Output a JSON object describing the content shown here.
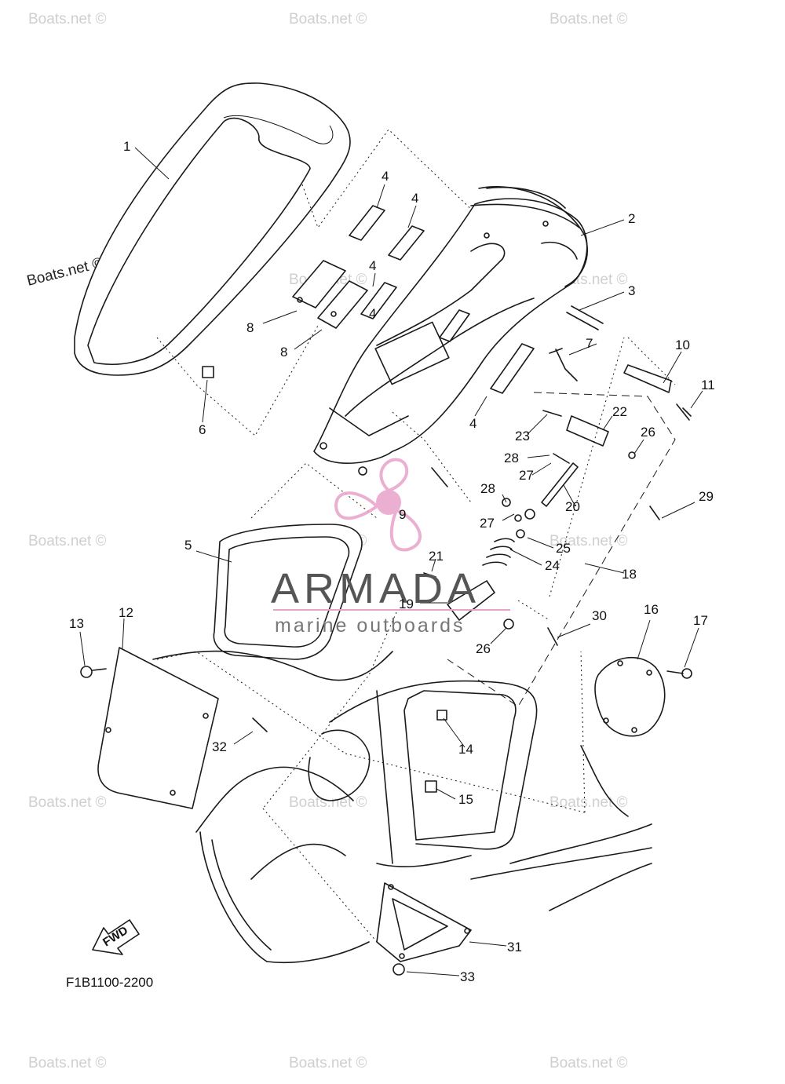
{
  "diagram": {
    "code": "F1B1100-2200",
    "fwd_label": "FWD",
    "callouts": [
      "1",
      "2",
      "3",
      "4",
      "4",
      "4",
      "4",
      "4",
      "5",
      "6",
      "7",
      "8",
      "8",
      "9",
      "10",
      "11",
      "12",
      "13",
      "14",
      "15",
      "16",
      "17",
      "18",
      "19",
      "20",
      "21",
      "22",
      "23",
      "24",
      "25",
      "26",
      "26",
      "27",
      "27",
      "28",
      "28",
      "29",
      "30",
      "31",
      "32",
      "33"
    ]
  },
  "watermarks": {
    "site": "Boats.net ©",
    "brand_name": "ARMADA",
    "brand_tagline": "marine outboards",
    "brand_color": "#e8a3c9"
  }
}
